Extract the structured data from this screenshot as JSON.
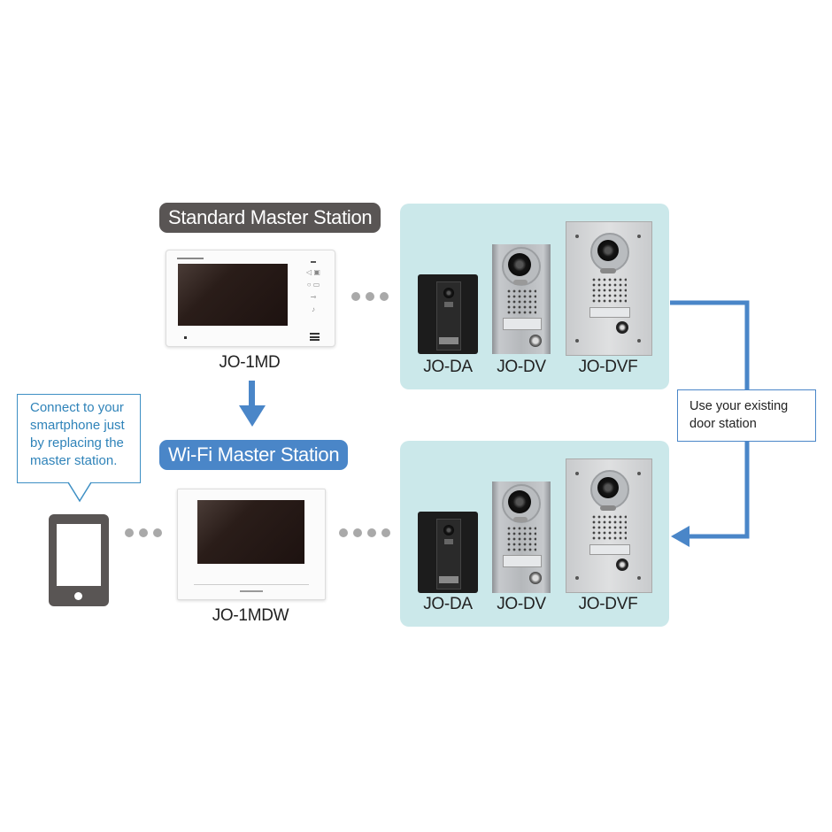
{
  "diagram": {
    "standard_section": {
      "title": "Standard Master Station",
      "master_model": "JO-1MD",
      "door_stations": [
        "JO-DA",
        "JO-DV",
        "JO-DVF"
      ]
    },
    "wifi_section": {
      "title": "Wi-Fi Master Station",
      "master_model": "JO-1MDW",
      "door_stations": [
        "JO-DA",
        "JO-DV",
        "JO-DVF"
      ]
    },
    "smartphone_callout": "Connect to your smartphone just by replacing the master station.",
    "smartphone_callout_lines": [
      "Connect to your",
      "smartphone just",
      "by replacing the",
      "master station."
    ],
    "existing_door_callout_lines": [
      "Use your existing",
      "door station"
    ],
    "icons": {
      "smartphone": "smartphone-icon",
      "down_arrow": "arrow-down-icon",
      "connector_arrow": "arrow-left-icon",
      "connection": "dots-connector"
    },
    "colors": {
      "accent_blue": "#4a86c8",
      "dark_pill": "#595554",
      "panel_bg": "#cbe8ea",
      "callout_text": "#2f83b9",
      "dots": "#a9a9a9"
    }
  }
}
